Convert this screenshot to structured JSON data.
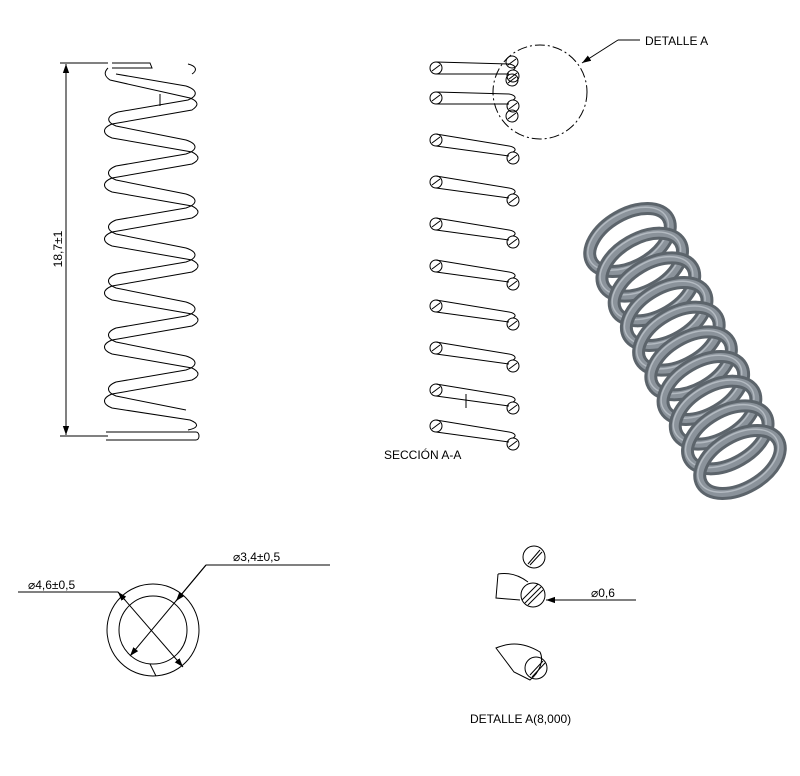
{
  "labels": {
    "detail_callout": "DETALLE A",
    "section_title": "SECCIÓN A-A",
    "detail_title": "DETALLE A(8,000)"
  },
  "dimensions": {
    "length": "18,7±1",
    "outer_diameter": "4,6±0,5",
    "inner_diameter": "3,4±0,5",
    "wire_diameter": "0,6"
  },
  "symbols": {
    "diameter": "⌀"
  },
  "colors": {
    "line": "#000000",
    "spring_fill": "#8b939b",
    "spring_dark": "#5c646b",
    "spring_light": "#c4cbd1"
  }
}
